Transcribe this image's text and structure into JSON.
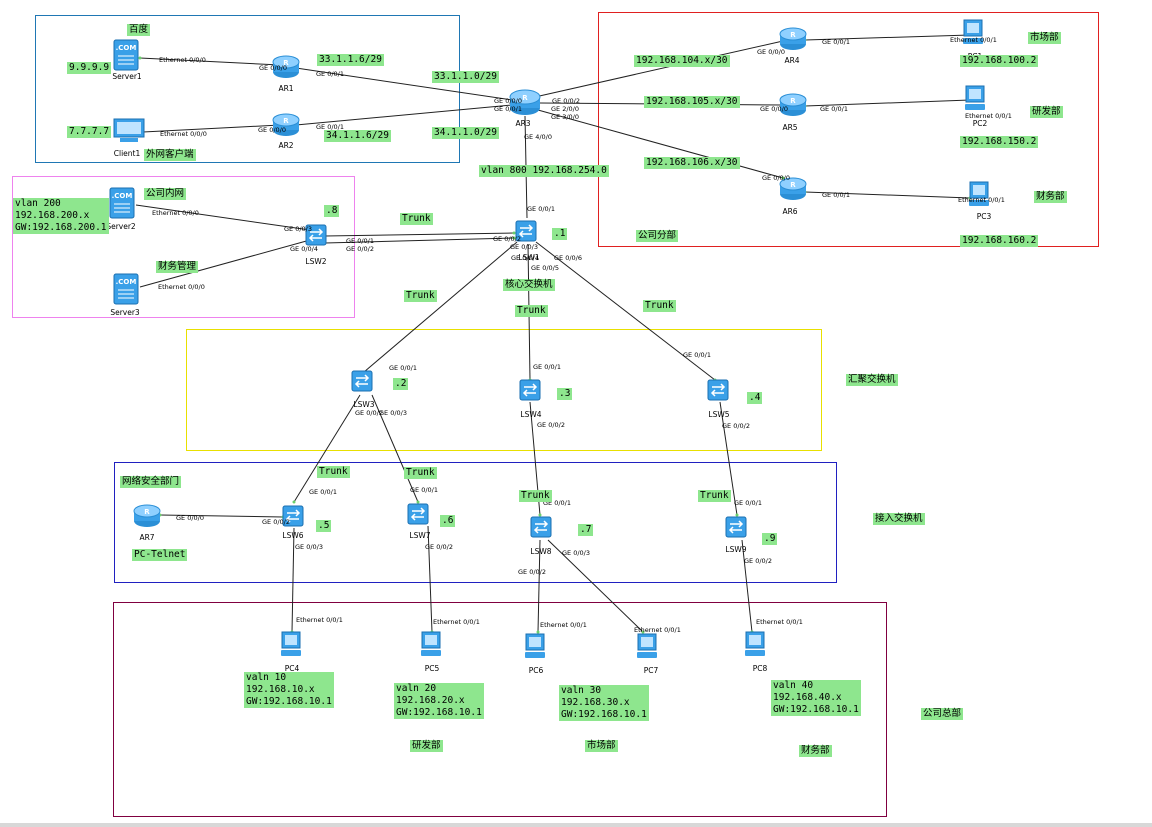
{
  "labels": {
    "baidu": "百度",
    "ip_9999": "9.9.9.9",
    "ip_7777": "7.7.7.7",
    "ext_client": "外网客户端",
    "ar1_ip": "33.1.1.6/29",
    "ar2_ip": "34.1.1.6/29",
    "net_33": "33.1.1.0/29",
    "net_34": "34.1.1.0/29",
    "net_104": "192.168.104.x/30",
    "net_105": "192.168.105.x/30",
    "net_106": "192.168.106.x/30",
    "pc1_ip": "192.168.100.2",
    "pc2_ip": "192.168.150.2",
    "pc3_ip": "192.168.160.2",
    "dept_market_top": "市场部",
    "dept_rd_top": "研发部",
    "dept_fin_top": "财务部",
    "branch": "公司分部",
    "vlan800": "vlan 800 192.168.254.0",
    "company_lan": "公司内网",
    "vlan200_l1": "vlan 200",
    "vlan200_l2": "192.168.200.x",
    "vlan200_l3": "GW:192.168.200.1",
    "fin_mgmt": "财务管理",
    "trunk": "Trunk",
    "lsw2_num": ".8",
    "lsw1_num": ".1",
    "core_switch": "核心交换机",
    "agg_switch": "汇聚交换机",
    "access_switch": "接入交换机",
    "lsw3_num": ".2",
    "lsw4_num": ".3",
    "lsw5_num": ".4",
    "lsw6_num": ".5",
    "lsw7_num": ".6",
    "lsw8_num": ".7",
    "lsw9_num": ".9",
    "net_sec_dept": "网络安全部门",
    "pc_telnet": "PC-Telnet",
    "vlan10_l1": "valn 10",
    "vlan10_l2": "192.168.10.x",
    "vlan10_l3": "GW:192.168.10.1",
    "vlan20_l1": "valn 20",
    "vlan20_l2": "192.168.20.x",
    "vlan20_l3": "GW:192.168.10.1",
    "vlan30_l1": "valn 30",
    "vlan30_l2": "192.168.30.x",
    "vlan30_l3": "GW:192.168.10.1",
    "vlan40_l1": "valn 40",
    "vlan40_l2": "192.168.40.x",
    "vlan40_l3": "GW:192.168.10.1",
    "dept_rd_bottom": "研发部",
    "dept_market_bottom": "市场部",
    "dept_fin_bottom": "财务部",
    "hq": "公司总部"
  },
  "devices": {
    "server1": "Server1",
    "client1": "Client1",
    "ar1": "AR1",
    "ar2": "AR2",
    "ar3": "AR3",
    "ar4": "AR4",
    "ar5": "AR5",
    "ar6": "AR6",
    "ar7": "AR7",
    "pc1": "PC1",
    "pc2": "PC2",
    "pc3": "PC3",
    "server2": "Server2",
    "server3": "Server3",
    "lsw1": "LSW1",
    "lsw2": "LSW2",
    "lsw3": "LSW3",
    "lsw4": "LSW4",
    "lsw5": "LSW5",
    "lsw6": "LSW6",
    "lsw7": "LSW7",
    "lsw8": "LSW8",
    "lsw9": "LSW9",
    "pc4": "PC4",
    "pc5": "PC5",
    "pc6": "PC6",
    "pc7": "PC7",
    "pc8": "PC8"
  },
  "ports": {
    "eth000": "Ethernet 0/0/0",
    "eth001": "Ethernet 0/0/1",
    "ge000": "GE 0/0/0",
    "ge001": "GE 0/0/1",
    "ge002": "GE 0/0/2",
    "ge003": "GE 0/0/3",
    "ge004": "GE 0/0/4",
    "ge005": "GE 0/0/5",
    "ge006": "GE 0/0/6",
    "ge200": "GE 2/0/0",
    "ge400": "GE 4/0/0"
  },
  "colors": {
    "label_bg": "#8ee68e",
    "zone_external": "#1f77b4",
    "zone_branch": "#e02020",
    "zone_internal": "#ee82ee",
    "zone_aggregation": "#e8e000",
    "zone_access": "#2020c0",
    "zone_terminal": "#800040",
    "device_blue": "#3aa0e8"
  }
}
